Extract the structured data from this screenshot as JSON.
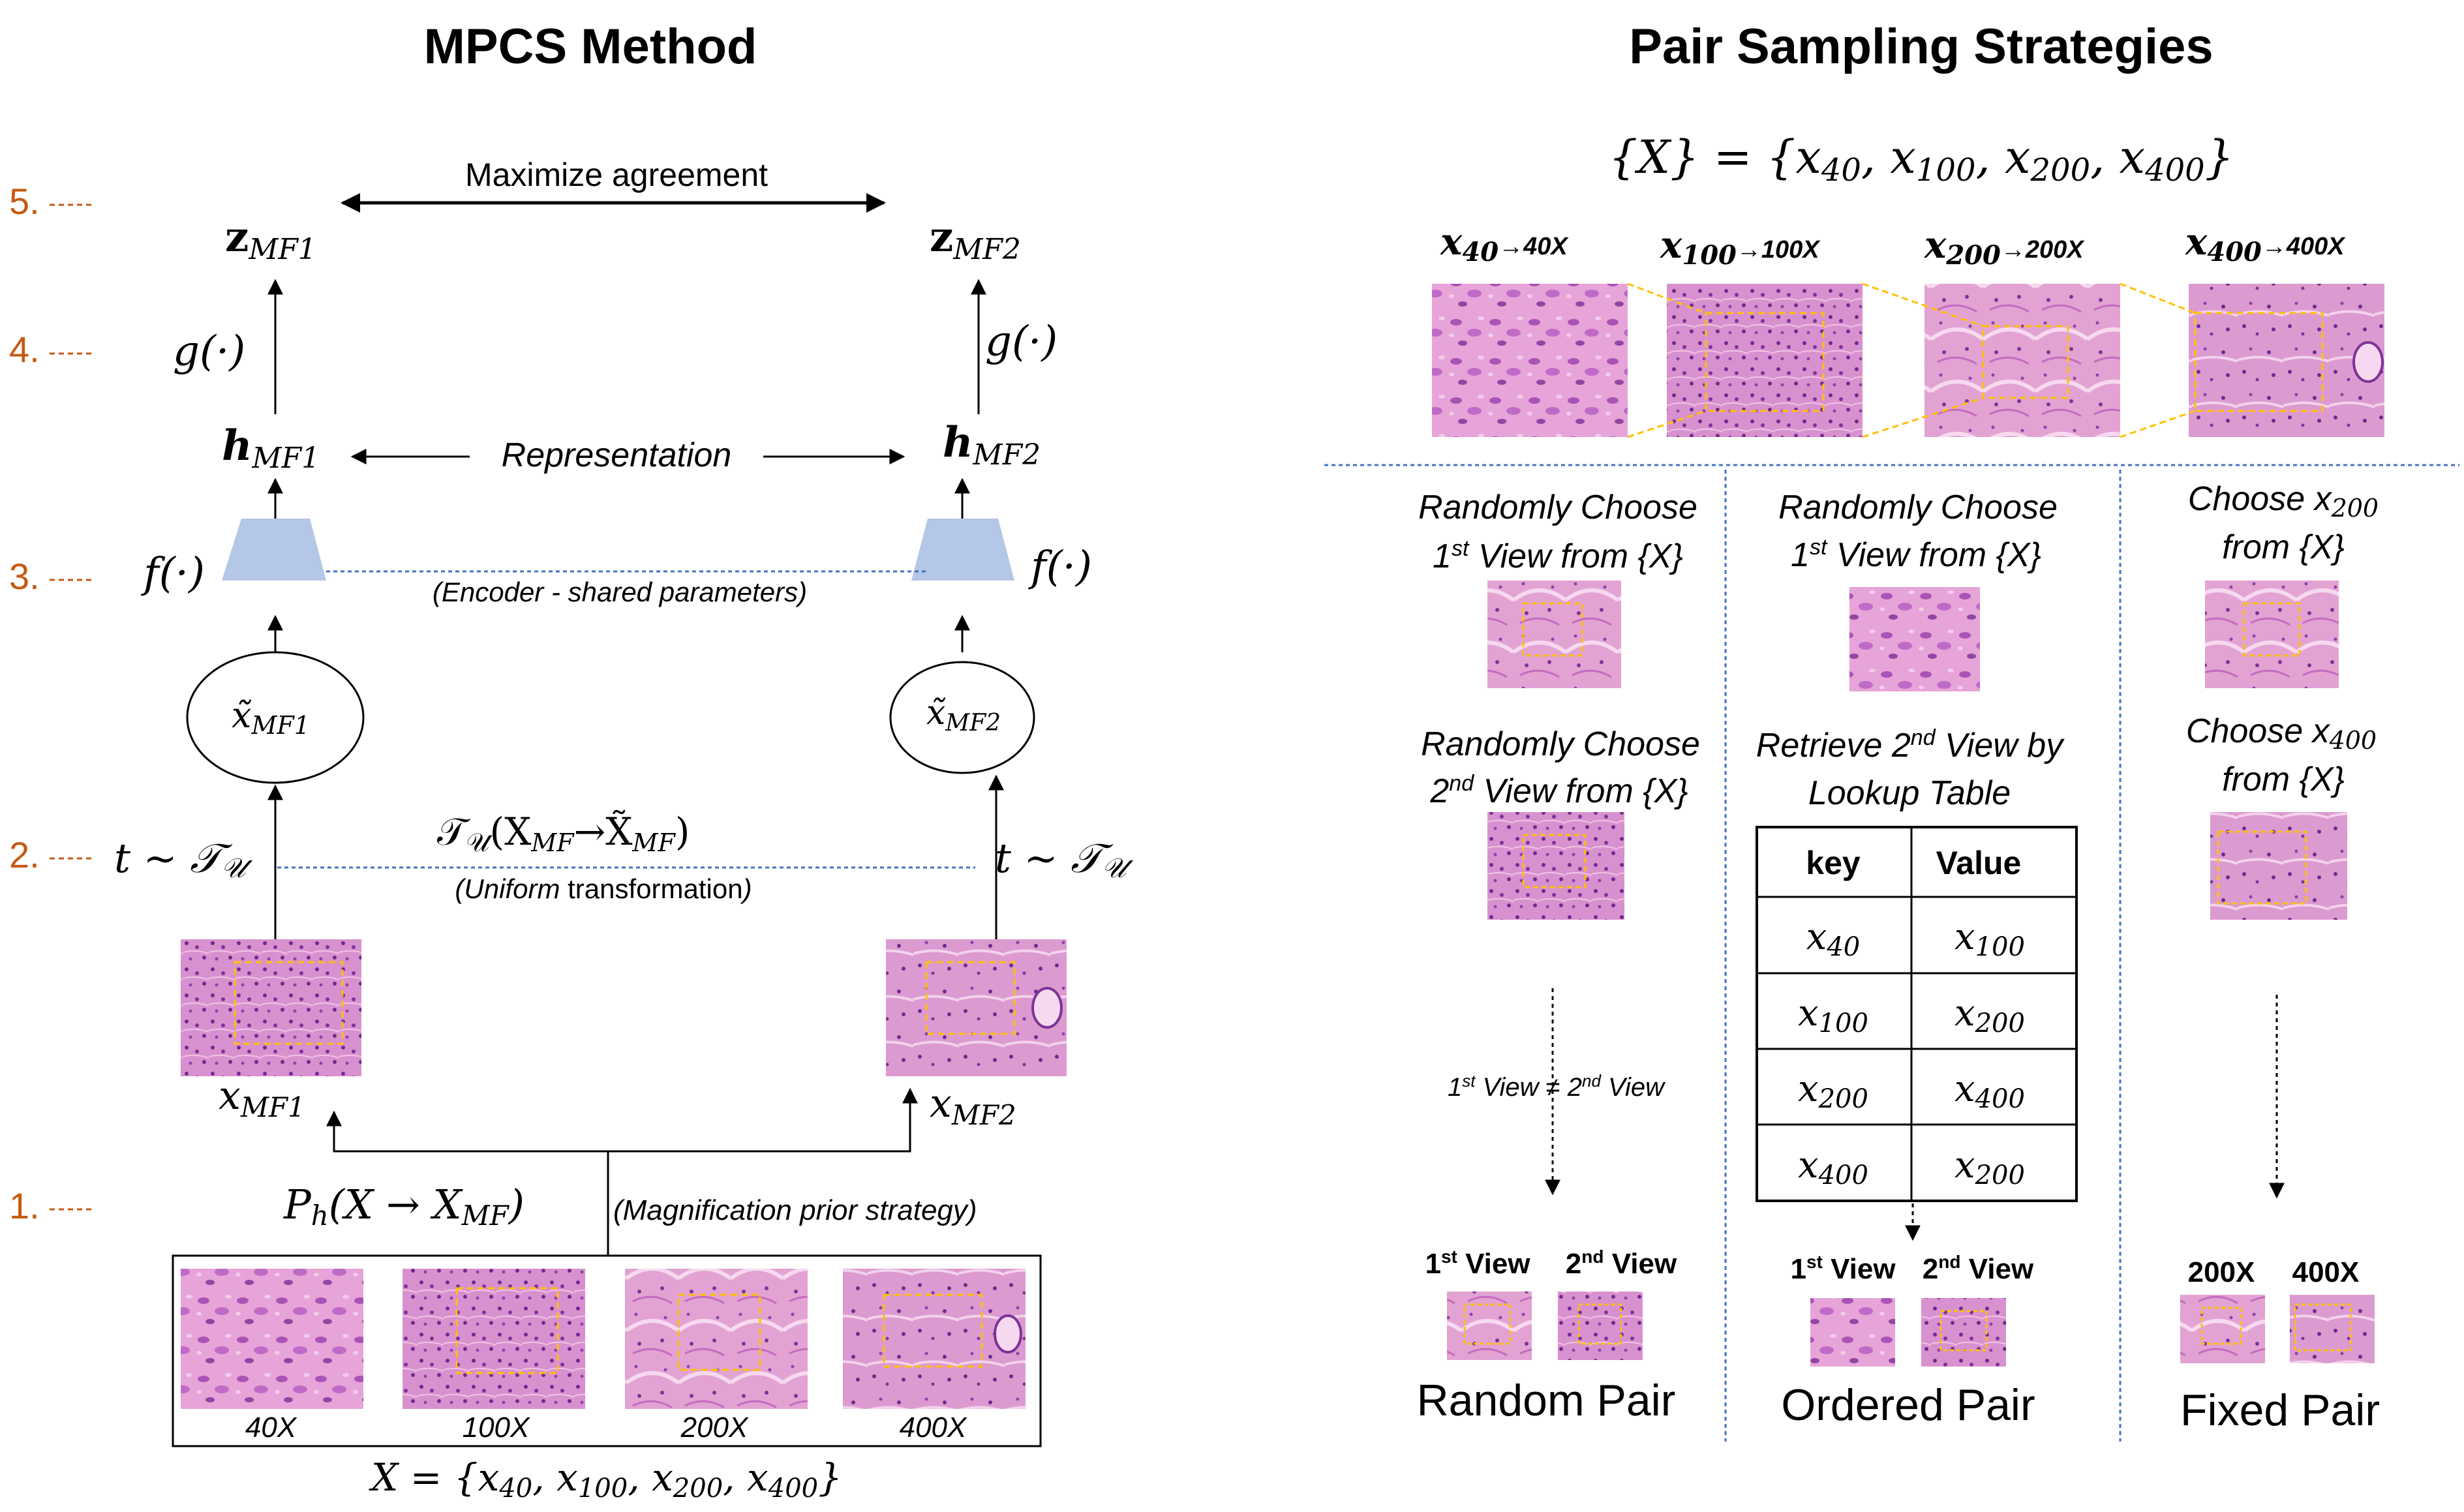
{
  "left_panel": {
    "title": "MPCS Method",
    "step_labels": [
      "5.",
      "4.",
      "3.",
      "2.",
      "1."
    ],
    "maximize_agreement": "Maximize agreement",
    "z1": "z",
    "z1_sub": "MF1",
    "z2": "z",
    "z2_sub": "MF2",
    "g_label": "g(·)",
    "h1": "h",
    "h1_sub": "MF1",
    "h2": "h",
    "h2_sub": "MF2",
    "representation": "Representation",
    "f_label": "f(·)",
    "encoder_caption": "(Encoder - shared parameters)",
    "xt1": "x̃",
    "xt1_sub": "MF1",
    "xt2": "x̃",
    "xt2_sub": "MF2",
    "t_sample": "t ~ 𝒯",
    "t_sample_sub": "𝒰",
    "transform_main": "𝒯",
    "transform_sub": "𝒰",
    "transform_rest": "(X",
    "transform_rest_sub": "MF",
    "transform_arrow": "→X̃",
    "transform_end_sub": "MF",
    "transform_close": ")",
    "uniform_caption_pre": "(Uniform ",
    "uniform_caption_mid": "transformation",
    "uniform_caption_post": ")",
    "x_mf1": "x",
    "x_mf1_sub": "MF1",
    "x_mf2": "x",
    "x_mf2_sub": "MF2",
    "prior_formula": "P",
    "prior_formula_sub": "h",
    "prior_formula_rest": "(X → X",
    "prior_formula_rest_sub": "MF",
    "prior_formula_close": ")",
    "prior_caption": "(Magnification prior strategy)",
    "mag_labels": [
      "40X",
      "100X",
      "200X",
      "400X"
    ],
    "set_def": "X = {x",
    "set_def_terms": [
      {
        "sub": "40",
        "after": ", x"
      },
      {
        "sub": "100",
        "after": ", x"
      },
      {
        "sub": "200",
        "after": ", x"
      },
      {
        "sub": "400",
        "after": "}"
      }
    ]
  },
  "right_panel": {
    "title": "Pair Sampling Strategies",
    "set_def": "{X} = {x",
    "set_def_terms": [
      {
        "sub": "40",
        "after": ", x"
      },
      {
        "sub": "100",
        "after": ", x"
      },
      {
        "sub": "200",
        "after": ", x"
      },
      {
        "sub": "400",
        "after": "}"
      }
    ],
    "mag_headers": [
      {
        "x": "x",
        "sub": "40",
        "arrow": "→40X"
      },
      {
        "x": "x",
        "sub": "100",
        "arrow": "→100X"
      },
      {
        "x": "x",
        "sub": "200",
        "arrow": "→200X"
      },
      {
        "x": "x",
        "sub": "400",
        "arrow": "→400X"
      }
    ],
    "random": {
      "line1": "Randomly Choose",
      "line2_pre": "1",
      "line2_sup": "st",
      "line2_post": " View from {X}",
      "line3": "Randomly Choose",
      "line4_pre": "2",
      "line4_sup": "nd",
      "line4_post": " View from {X}",
      "neq_pre": "1",
      "neq_sup1": "st",
      "neq_mid": " View ≠  2",
      "neq_sup2": "nd",
      "neq_post": " View",
      "view1": "1",
      "view1_sup": "st",
      "view1_post": " View",
      "view2": "2",
      "view2_sup": "nd",
      "view2_post": " View",
      "pair_label": "Random Pair"
    },
    "ordered": {
      "line1": "Randomly Choose",
      "line2_pre": "1",
      "line2_sup": "st",
      "line2_post": " View from {X}",
      "line3_pre": "Retrieve 2",
      "line3_sup": "nd",
      "line3_post": " View by",
      "line4": "Lookup Table",
      "table_headers": [
        "key",
        "Value"
      ],
      "table_rows": [
        {
          "k": "x",
          "ks": "40",
          "v": "x",
          "vs": "100"
        },
        {
          "k": "x",
          "ks": "100",
          "v": "x",
          "vs": "200"
        },
        {
          "k": "x",
          "ks": "200",
          "v": "x",
          "vs": "400"
        },
        {
          "k": "x",
          "ks": "400",
          "v": "x",
          "vs": "200"
        }
      ],
      "view1": "1",
      "view1_sup": "st",
      "view1_post": " View",
      "view2": "2",
      "view2_sup": "nd",
      "view2_post": " View",
      "pair_label": "Ordered Pair"
    },
    "fixed": {
      "line1": "Choose x",
      "line1_sub": "200",
      "line2": "from {X}",
      "line3": "Choose x",
      "line3_sub": "400",
      "line4": "from {X}",
      "view1": "200X",
      "view2": "400X",
      "pair_label": "Fixed Pair"
    }
  },
  "colors": {
    "step_label": "#c55a11",
    "encoder": "#b4c7e7",
    "dashed_blue": "#4472c4",
    "highlight_box": "#ffc000",
    "tissue_base": "#e8a6d6",
    "tissue_dark": "#8a3a9c"
  }
}
